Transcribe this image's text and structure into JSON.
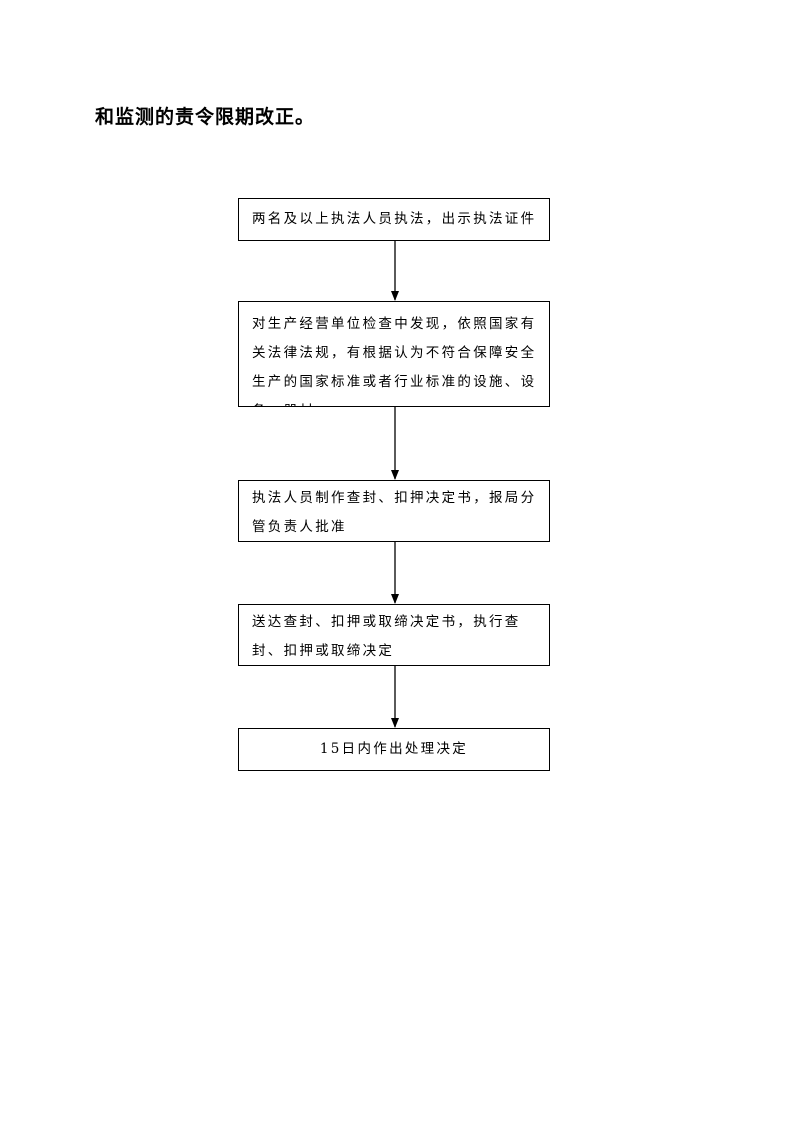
{
  "heading": "和监测的责令限期改正。",
  "flowchart": {
    "steps": [
      {
        "text": "两名及以上执法人员执法，出示执法证件"
      },
      {
        "text": "对生产经营单位检查中发现，依照国家有关法律法规，有根据认为不符合保障安全生产的国家标准或者行业标准的设施、设备、器材"
      },
      {
        "text": "执法人员制作查封、扣押决定书，报局分管负责人批准"
      },
      {
        "text": "送达查封、扣押或取缔决定书，执行查封、扣押或取缔决定"
      },
      {
        "text": "15日内作出处理决定"
      }
    ]
  }
}
